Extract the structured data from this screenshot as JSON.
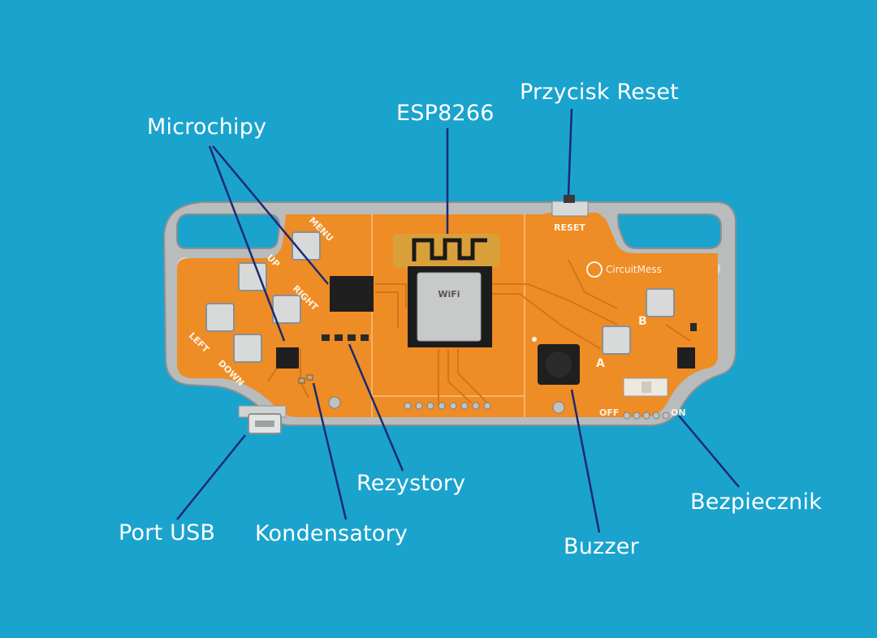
{
  "labels": {
    "microchipy": "Microchipy",
    "esp8266": "ESP8266",
    "przycisk_reset": "Przycisk Reset",
    "rezystory": "Rezystory",
    "port_usb": "Port USB",
    "kondensatory": "Kondensatory",
    "buzzer": "Buzzer",
    "bezpiecznik": "Bezpiecznik"
  },
  "silkscreen": {
    "menu": "MENU",
    "up": "UP",
    "right": "RIGHT",
    "left": "LEFT",
    "down": "DOWN",
    "reset": "RESET",
    "a": "A",
    "b": "B",
    "off": "OFF",
    "on": "ON",
    "brand": "CircuitMess",
    "wifi": "WiFi"
  },
  "colors": {
    "background": "#1aa3cd",
    "board_frame": "#b9bcbc",
    "board_pcb": "#ee8c26",
    "leader_line": "#1b2a72"
  }
}
